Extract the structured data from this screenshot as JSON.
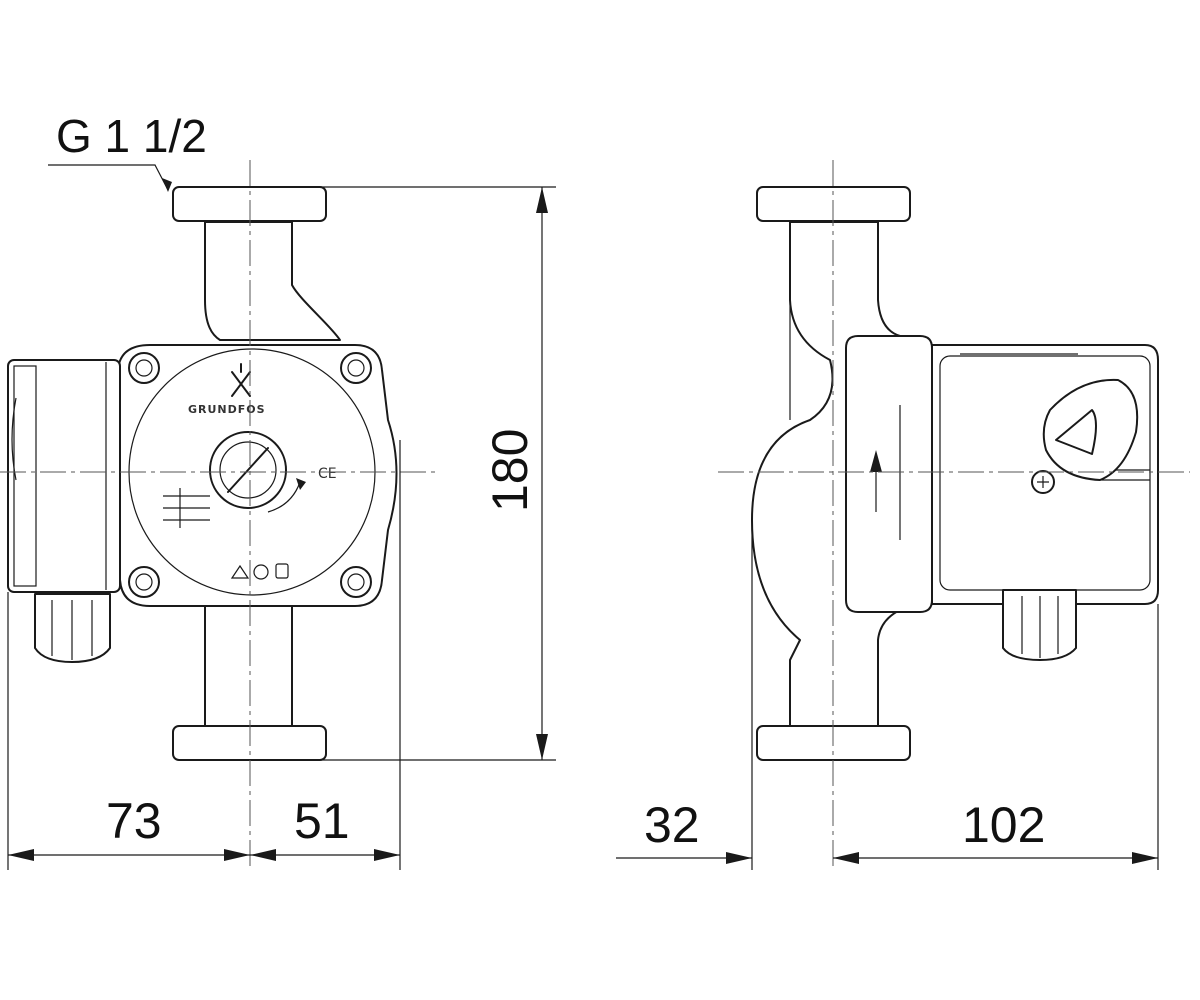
{
  "thread_label": "G 1 1/2",
  "dimensions": {
    "height": "180",
    "front_left": "73",
    "front_right": "51",
    "side_left": "32",
    "side_right": "102"
  },
  "logo": {
    "brand": "GRUNDFOS",
    "ce_mark": "CE"
  },
  "icons": [
    "grundfos-logo-icon",
    "rotation-arrow-icon",
    "flow-direction-arrow-icon",
    "speed-selector-knob-icon",
    "screw-icon"
  ]
}
